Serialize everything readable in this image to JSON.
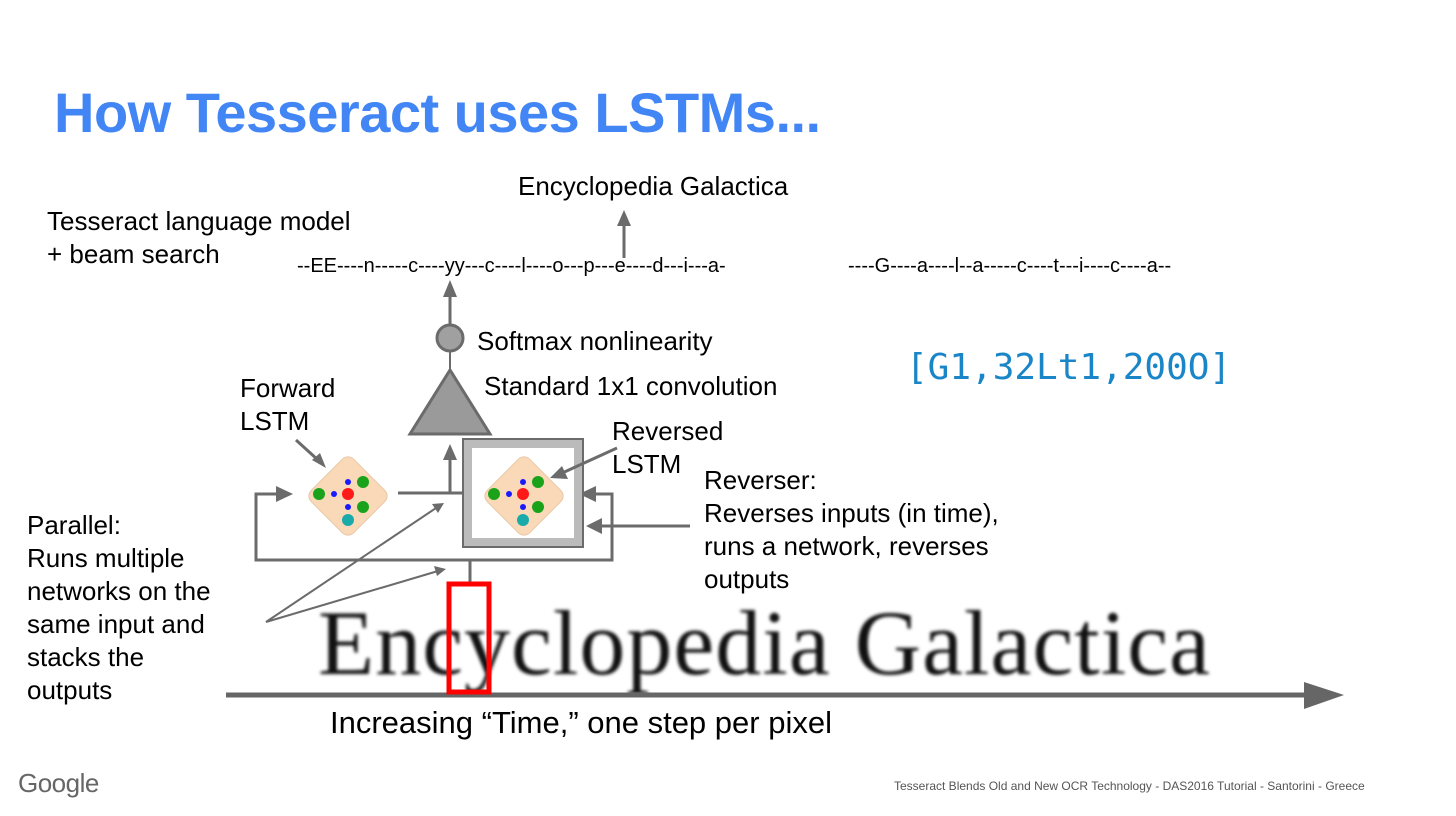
{
  "slide": {
    "title": "How Tesseract uses LSTMs...",
    "output_text": "Encyclopedia Galactica",
    "language_model_label": [
      "Tesseract language model",
      "+ beam search"
    ],
    "ctc_sequence_part1": "--EE----n-----c----yy---c----l----o---p---e----d---i---a-",
    "ctc_sequence_part2": "----G----a----l--a-----c----t---i----c----a--",
    "softmax_label": "Softmax nonlinearity",
    "conv_label": "Standard 1x1 convolution",
    "network_spec": "[G1,32Lt1,200O]",
    "forward_lstm_label": [
      "Forward",
      "LSTM"
    ],
    "reversed_lstm_label": [
      "Reversed",
      "LSTM"
    ],
    "reverser_label": [
      "Reverser:",
      "Reverses inputs (in time),",
      "runs a network, reverses",
      "outputs"
    ],
    "parallel_label": [
      "Parallel:",
      "Runs multiple",
      "networks on the",
      "same input and",
      "stacks the",
      "outputs"
    ],
    "input_image_text": "Encyclopedia Galactica",
    "time_axis_label": "Increasing “Time,” one step per pixel",
    "footer_logo": "Google",
    "footer_text": "Tesseract Blends Old and New OCR Technology - DAS2016 Tutorial - Santorini - Greece"
  },
  "colors": {
    "title": "#4285f4",
    "network_spec": "#1a86c8",
    "arrow_gray": "#6b6b6b",
    "window_red": "#ff0000",
    "lstm_cell_bg": "#f9d9b8",
    "gate_green": "#1aa31a",
    "cell_red": "#ff1a1a",
    "node_blue": "#1a1aff",
    "node_teal": "#1aaaaa"
  }
}
